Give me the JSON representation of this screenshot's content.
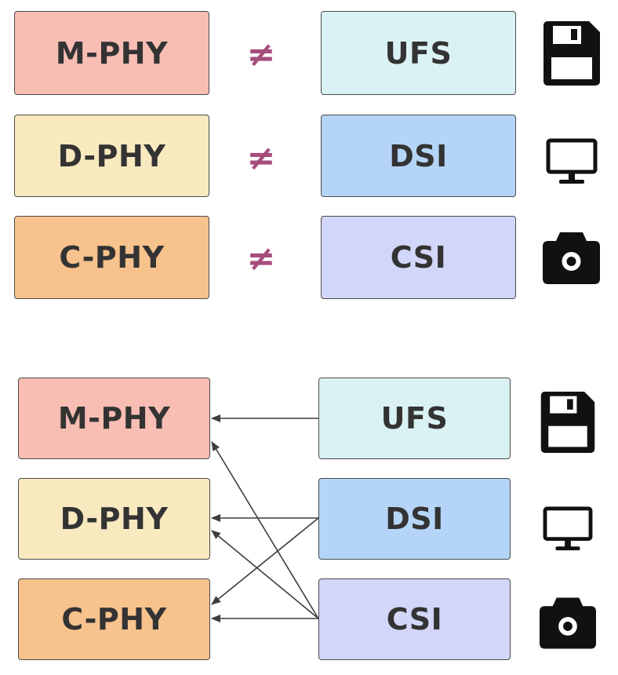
{
  "colors": {
    "m_phy": "#f8bdb3",
    "d_phy": "#f8e9bf",
    "c_phy": "#f8c28d",
    "ufs": "#dbf2f4",
    "dsi": "#b4d5f7",
    "csi": "#d2d6f8",
    "neq": "#a64d7c",
    "arrow": "#3d3d3d",
    "icon": "#111111"
  },
  "top": {
    "phys": [
      "M-PHY",
      "D-PHY",
      "C-PHY"
    ],
    "protocols": [
      "UFS",
      "DSI",
      "CSI"
    ],
    "neq_symbol": "≠",
    "icons": [
      "floppy-disk-icon",
      "monitor-icon",
      "camera-icon"
    ]
  },
  "bottom": {
    "phys": [
      "M-PHY",
      "D-PHY",
      "C-PHY"
    ],
    "protocols": [
      "UFS",
      "DSI",
      "CSI"
    ],
    "icons": [
      "floppy-disk-icon",
      "monitor-icon",
      "camera-icon"
    ],
    "links": [
      {
        "from": "UFS",
        "to": "M-PHY"
      },
      {
        "from": "DSI",
        "to": "D-PHY"
      },
      {
        "from": "DSI",
        "to": "C-PHY"
      },
      {
        "from": "CSI",
        "to": "M-PHY"
      },
      {
        "from": "CSI",
        "to": "D-PHY"
      },
      {
        "from": "CSI",
        "to": "C-PHY"
      }
    ]
  }
}
